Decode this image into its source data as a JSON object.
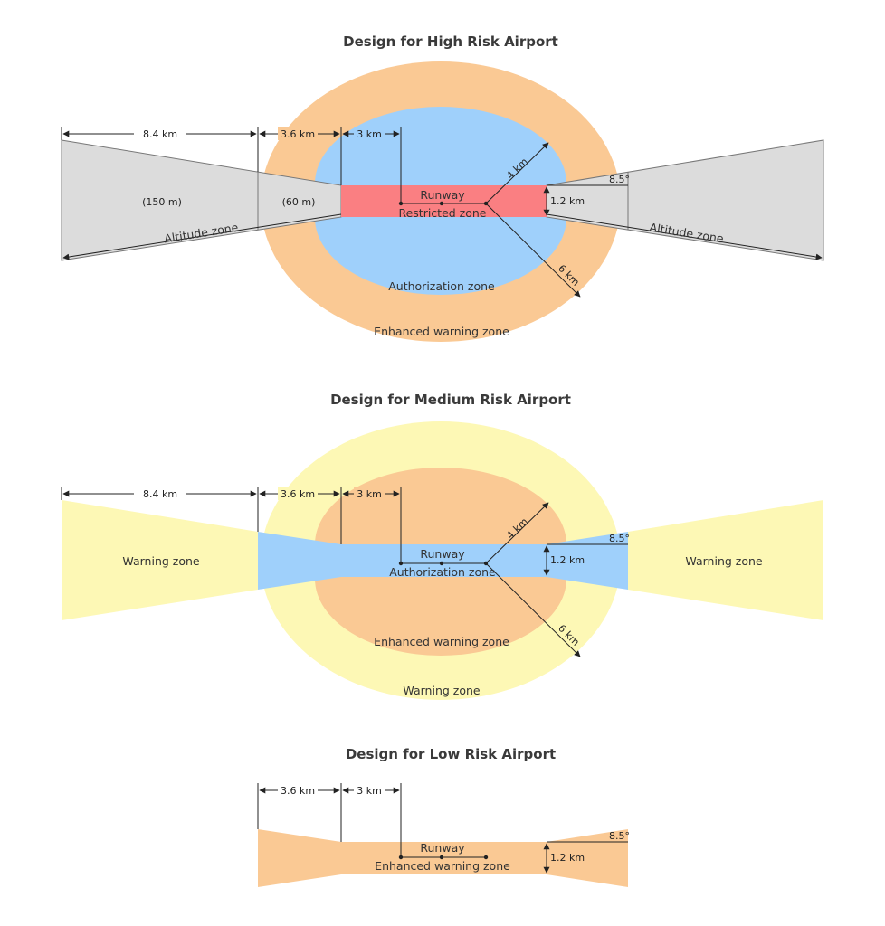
{
  "colors": {
    "orange": "#fac994",
    "blue": "#9fd0fb",
    "red": "#fa7f82",
    "grey": "#dcdcdc",
    "yellow": "#fdf8b5",
    "arrow": "#222222"
  },
  "high": {
    "title": "Design for High Risk Airport",
    "dim_84": "8.4 km",
    "dim_36": "3.6 km",
    "dim_3": "3 km",
    "dim_4": "4 km",
    "dim_6": "6 km",
    "dim_12": "1.2 km",
    "angle": "8.5°",
    "h150": "(150 m)",
    "h60": "(60 m)",
    "runway": "Runway",
    "restricted": "Restricted zone",
    "authorization": "Authorization zone",
    "enhanced": "Enhanced warning zone",
    "altitude_left": "Altitude zone",
    "altitude_right": "Altitude zone"
  },
  "medium": {
    "title": "Design for Medium Risk Airport",
    "dim_84": "8.4 km",
    "dim_36": "3.6 km",
    "dim_3": "3 km",
    "dim_4": "4 km",
    "dim_6": "6 km",
    "dim_12": "1.2 km",
    "angle": "8.5°",
    "runway": "Runway",
    "authorization": "Authorization zone",
    "enhanced": "Enhanced warning zone",
    "warning_outer": "Warning zone",
    "warning_left": "Warning zone",
    "warning_right": "Warning zone"
  },
  "low": {
    "title": "Design for Low Risk Airport",
    "dim_36": "3.6 km",
    "dim_3": "3 km",
    "dim_12": "1.2 km",
    "angle": "8.5°",
    "runway": "Runway",
    "enhanced": "Enhanced warning zone"
  }
}
